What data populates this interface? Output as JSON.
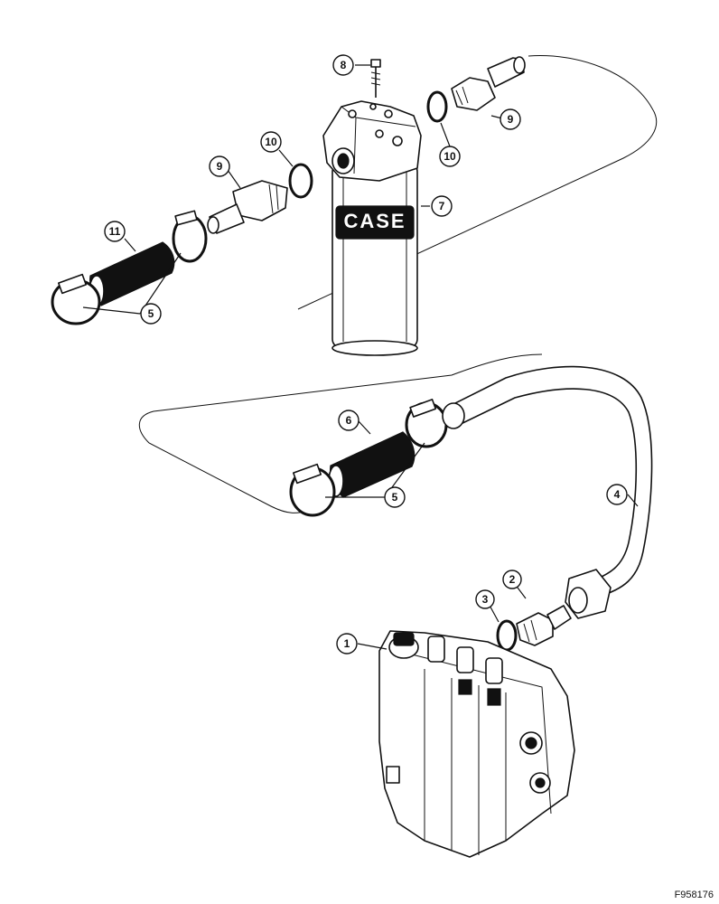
{
  "figure": {
    "code": "F958176",
    "brand_text": "CASE"
  },
  "callouts": [
    {
      "id": "c1",
      "label": "1"
    },
    {
      "id": "c2",
      "label": "2"
    },
    {
      "id": "c3",
      "label": "3"
    },
    {
      "id": "c4",
      "label": "4"
    },
    {
      "id": "c5a",
      "label": "5"
    },
    {
      "id": "c5b",
      "label": "5"
    },
    {
      "id": "c6",
      "label": "6"
    },
    {
      "id": "c7",
      "label": "7"
    },
    {
      "id": "c8",
      "label": "8"
    },
    {
      "id": "c9a",
      "label": "9"
    },
    {
      "id": "c9b",
      "label": "9"
    },
    {
      "id": "c10a",
      "label": "10"
    },
    {
      "id": "c10b",
      "label": "10"
    },
    {
      "id": "c11",
      "label": "11"
    }
  ]
}
